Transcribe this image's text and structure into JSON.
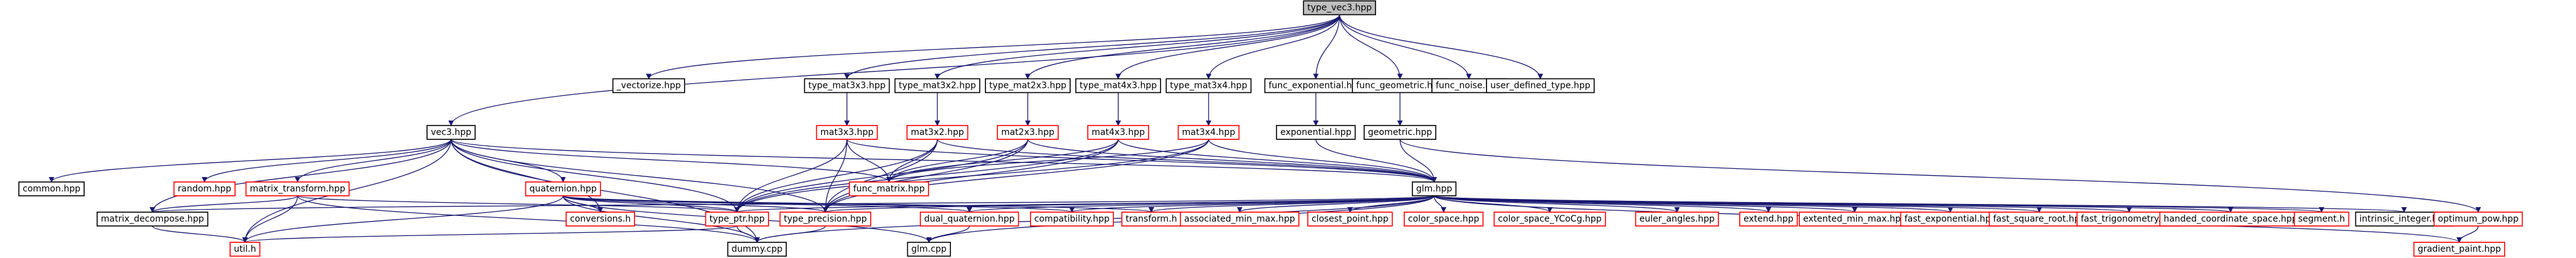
{
  "graph": {
    "nodes": [
      {
        "id": "n0",
        "label": "type_vec3.hpp",
        "style": "root"
      },
      {
        "id": "n1",
        "label": "_vectorize.hpp",
        "style": "black"
      },
      {
        "id": "n2",
        "label": "type_mat3x3.hpp",
        "style": "black"
      },
      {
        "id": "n3",
        "label": "type_mat3x2.hpp",
        "style": "black"
      },
      {
        "id": "n4",
        "label": "type_mat2x3.hpp",
        "style": "black"
      },
      {
        "id": "n5",
        "label": "type_mat4x3.hpp",
        "style": "black"
      },
      {
        "id": "n6",
        "label": "type_mat3x4.hpp",
        "style": "black"
      },
      {
        "id": "n7",
        "label": "func_exponential.hpp",
        "style": "black"
      },
      {
        "id": "n8",
        "label": "func_geometric.hpp",
        "style": "black"
      },
      {
        "id": "n9",
        "label": "func_noise.hpp",
        "style": "black"
      },
      {
        "id": "n10",
        "label": "user_defined_type.hpp",
        "style": "black"
      },
      {
        "id": "n11",
        "label": "vec3.hpp",
        "style": "black"
      },
      {
        "id": "n12",
        "label": "mat3x3.hpp",
        "style": "red"
      },
      {
        "id": "n13",
        "label": "mat3x2.hpp",
        "style": "red"
      },
      {
        "id": "n14",
        "label": "mat2x3.hpp",
        "style": "red"
      },
      {
        "id": "n15",
        "label": "mat4x3.hpp",
        "style": "red"
      },
      {
        "id": "n16",
        "label": "mat3x4.hpp",
        "style": "red"
      },
      {
        "id": "n17",
        "label": "exponential.hpp",
        "style": "black"
      },
      {
        "id": "n18",
        "label": "geometric.hpp",
        "style": "black"
      },
      {
        "id": "n19",
        "label": "common.hpp",
        "style": "black"
      },
      {
        "id": "n20",
        "label": "random.hpp",
        "style": "red"
      },
      {
        "id": "n21",
        "label": "matrix_transform.hpp",
        "style": "red"
      },
      {
        "id": "n22",
        "label": "quaternion.hpp",
        "style": "red"
      },
      {
        "id": "n23",
        "label": "func_matrix.hpp",
        "style": "red"
      },
      {
        "id": "n24",
        "label": "glm.hpp",
        "style": "black"
      },
      {
        "id": "n25",
        "label": "matrix_decompose.hpp",
        "style": "black"
      },
      {
        "id": "n26",
        "label": "conversions.h",
        "style": "red"
      },
      {
        "id": "n27",
        "label": "type_ptr.hpp",
        "style": "red"
      },
      {
        "id": "n28",
        "label": "type_precision.hpp",
        "style": "red"
      },
      {
        "id": "n29",
        "label": "dual_quaternion.hpp",
        "style": "red"
      },
      {
        "id": "n30",
        "label": "compatibility.hpp",
        "style": "red"
      },
      {
        "id": "n31",
        "label": "transform.h",
        "style": "red"
      },
      {
        "id": "n32",
        "label": "associated_min_max.hpp",
        "style": "red"
      },
      {
        "id": "n33",
        "label": "closest_point.hpp",
        "style": "red"
      },
      {
        "id": "n34",
        "label": "color_space.hpp",
        "style": "red"
      },
      {
        "id": "n35",
        "label": "color_space_YCoCg.hpp",
        "style": "red"
      },
      {
        "id": "n36",
        "label": "euler_angles.hpp",
        "style": "red"
      },
      {
        "id": "n37",
        "label": "extend.hpp",
        "style": "red"
      },
      {
        "id": "n38",
        "label": "extented_min_max.hpp",
        "style": "red"
      },
      {
        "id": "n39",
        "label": "fast_exponential.hpp",
        "style": "red"
      },
      {
        "id": "n40",
        "label": "fast_square_root.hpp",
        "style": "red"
      },
      {
        "id": "n41",
        "label": "fast_trigonometry.hpp",
        "style": "red"
      },
      {
        "id": "n42",
        "label": "handed_coordinate_space.hpp",
        "style": "red"
      },
      {
        "id": "n43",
        "label": "segment.h",
        "style": "red"
      },
      {
        "id": "n44",
        "label": "intrinsic_integer.hpp",
        "style": "black"
      },
      {
        "id": "n45",
        "label": "optimum_pow.hpp",
        "style": "red"
      },
      {
        "id": "n46",
        "label": "util.h",
        "style": "red"
      },
      {
        "id": "n47",
        "label": "dummy.cpp",
        "style": "black"
      },
      {
        "id": "n48",
        "label": "glm.cpp",
        "style": "black"
      },
      {
        "id": "n49",
        "label": "gradient_paint.hpp",
        "style": "red"
      }
    ],
    "edges": [
      [
        "n0",
        "n1"
      ],
      [
        "n0",
        "n2"
      ],
      [
        "n0",
        "n3"
      ],
      [
        "n0",
        "n4"
      ],
      [
        "n0",
        "n5"
      ],
      [
        "n0",
        "n6"
      ],
      [
        "n0",
        "n7"
      ],
      [
        "n0",
        "n8"
      ],
      [
        "n0",
        "n9"
      ],
      [
        "n0",
        "n10"
      ],
      [
        "n0",
        "n11"
      ],
      [
        "n2",
        "n12"
      ],
      [
        "n3",
        "n13"
      ],
      [
        "n4",
        "n14"
      ],
      [
        "n5",
        "n15"
      ],
      [
        "n6",
        "n16"
      ],
      [
        "n7",
        "n17"
      ],
      [
        "n8",
        "n18"
      ],
      [
        "n11",
        "n19"
      ],
      [
        "n11",
        "n20"
      ],
      [
        "n11",
        "n21"
      ],
      [
        "n11",
        "n22"
      ],
      [
        "n11",
        "n23"
      ],
      [
        "n11",
        "n24"
      ],
      [
        "n11",
        "n25"
      ],
      [
        "n11",
        "n26"
      ],
      [
        "n11",
        "n27"
      ],
      [
        "n11",
        "n28"
      ],
      [
        "n11",
        "n46"
      ],
      [
        "n11",
        "n47"
      ],
      [
        "n12",
        "n23"
      ],
      [
        "n12",
        "n24"
      ],
      [
        "n12",
        "n27"
      ],
      [
        "n12",
        "n28"
      ],
      [
        "n13",
        "n23"
      ],
      [
        "n13",
        "n24"
      ],
      [
        "n13",
        "n27"
      ],
      [
        "n13",
        "n28"
      ],
      [
        "n14",
        "n23"
      ],
      [
        "n14",
        "n24"
      ],
      [
        "n14",
        "n27"
      ],
      [
        "n14",
        "n28"
      ],
      [
        "n15",
        "n23"
      ],
      [
        "n15",
        "n24"
      ],
      [
        "n15",
        "n27"
      ],
      [
        "n15",
        "n28"
      ],
      [
        "n16",
        "n23"
      ],
      [
        "n16",
        "n24"
      ],
      [
        "n16",
        "n27"
      ],
      [
        "n16",
        "n28"
      ],
      [
        "n17",
        "n24"
      ],
      [
        "n18",
        "n24"
      ],
      [
        "n18",
        "n45"
      ],
      [
        "n21",
        "n25"
      ],
      [
        "n21",
        "n27"
      ],
      [
        "n21",
        "n47"
      ],
      [
        "n21",
        "n46"
      ],
      [
        "n22",
        "n26"
      ],
      [
        "n22",
        "n27"
      ],
      [
        "n22",
        "n28"
      ],
      [
        "n22",
        "n29"
      ],
      [
        "n22",
        "n30"
      ],
      [
        "n22",
        "n31"
      ],
      [
        "n22",
        "n46"
      ],
      [
        "n22",
        "n47"
      ],
      [
        "n22",
        "n48"
      ],
      [
        "n24",
        "n25"
      ],
      [
        "n24",
        "n27"
      ],
      [
        "n24",
        "n28"
      ],
      [
        "n24",
        "n29"
      ],
      [
        "n24",
        "n30"
      ],
      [
        "n24",
        "n31"
      ],
      [
        "n24",
        "n32"
      ],
      [
        "n24",
        "n33"
      ],
      [
        "n24",
        "n34"
      ],
      [
        "n24",
        "n35"
      ],
      [
        "n24",
        "n36"
      ],
      [
        "n24",
        "n37"
      ],
      [
        "n24",
        "n38"
      ],
      [
        "n24",
        "n39"
      ],
      [
        "n24",
        "n40"
      ],
      [
        "n24",
        "n41"
      ],
      [
        "n24",
        "n42"
      ],
      [
        "n24",
        "n43"
      ],
      [
        "n24",
        "n44"
      ],
      [
        "n24",
        "n47"
      ],
      [
        "n24",
        "n48"
      ],
      [
        "n24",
        "n49"
      ],
      [
        "n25",
        "n46"
      ],
      [
        "n27",
        "n46"
      ],
      [
        "n27",
        "n47"
      ],
      [
        "n28",
        "n47"
      ],
      [
        "n29",
        "n48"
      ],
      [
        "n45",
        "n49"
      ]
    ]
  }
}
